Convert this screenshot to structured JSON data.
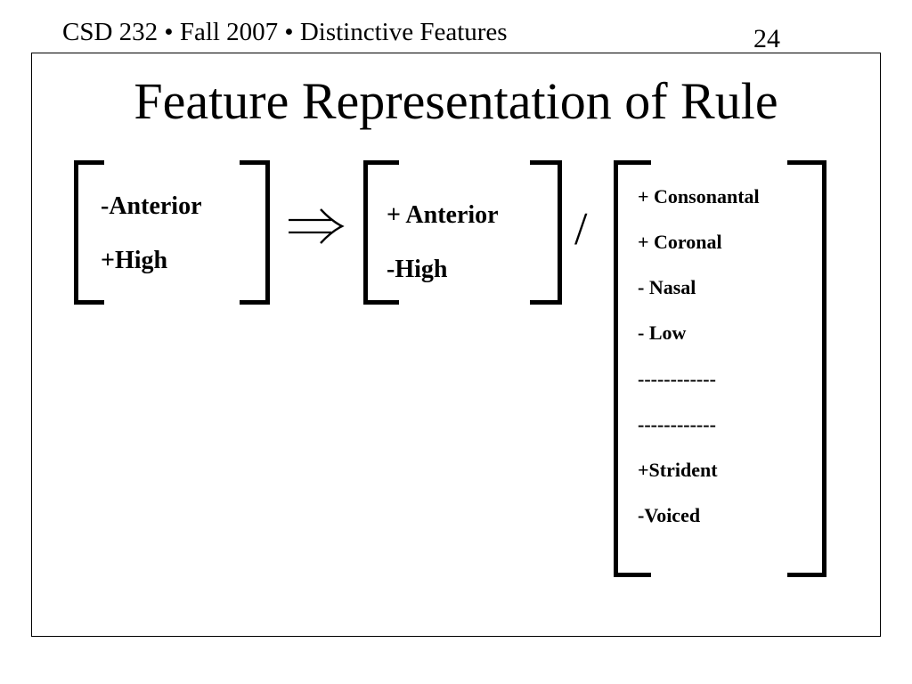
{
  "header": {
    "text": "CSD 232 • Fall 2007 • Distinctive Features",
    "page_number": "24"
  },
  "slide": {
    "title": "Feature Representation of Rule",
    "input_features": [
      "-Anterior",
      "+High"
    ],
    "output_features": [
      "+ Anterior",
      "-High"
    ],
    "separator": "/",
    "context_features": [
      "+ Consonantal",
      "+ Coronal",
      "- Nasal",
      "- Low",
      "------------",
      "------------",
      "+Strident",
      "-Voiced"
    ],
    "arrow_icon": "double-right-arrow-icon"
  }
}
